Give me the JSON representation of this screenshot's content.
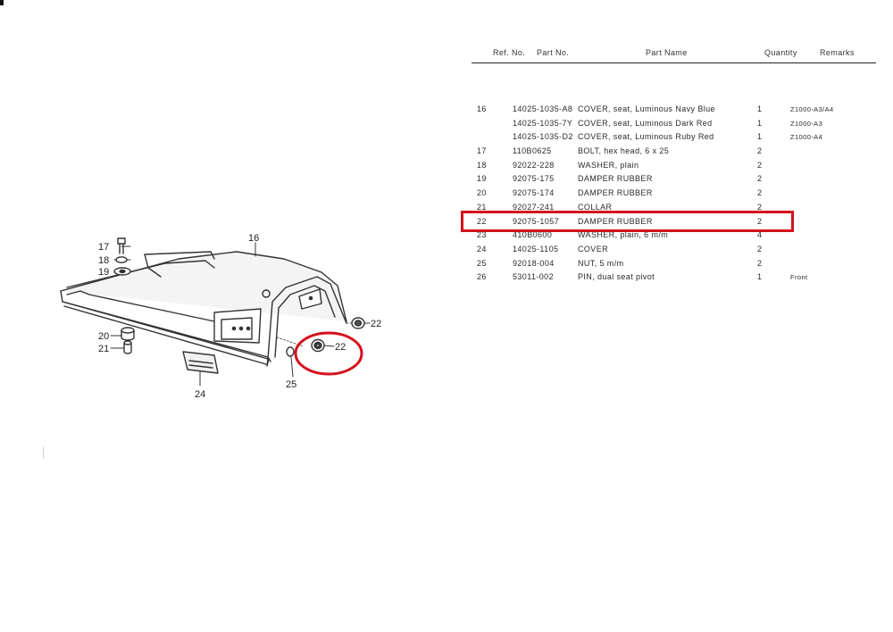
{
  "table": {
    "headers": {
      "ref_no": "Ref. No.",
      "part_no": "Part No.",
      "part_name": "Part Name",
      "quantity": "Quantity",
      "remarks": "Remarks"
    },
    "rows": [
      {
        "ref": "16",
        "part_no": "14025-1035-A8",
        "name": "COVER, seat, Luminous Navy Blue",
        "qty": "1",
        "remarks": "Z1000-A3/A4"
      },
      {
        "ref": "",
        "part_no": "14025-1035-7Y",
        "name": "COVER, seat, Luminous Dark Red",
        "qty": "1",
        "remarks": "Z1000-A3"
      },
      {
        "ref": "",
        "part_no": "14025-1035-D2",
        "name": "COVER, seat, Luminous Ruby Red",
        "qty": "1",
        "remarks": "Z1000-A4"
      },
      {
        "ref": "17",
        "part_no": "110B0625",
        "name": "BOLT, hex head, 6 x 25",
        "qty": "2",
        "remarks": ""
      },
      {
        "ref": "18",
        "part_no": "92022-228",
        "name": "WASHER, plain",
        "qty": "2",
        "remarks": ""
      },
      {
        "ref": "19",
        "part_no": "92075-175",
        "name": "DAMPER RUBBER",
        "qty": "2",
        "remarks": ""
      },
      {
        "ref": "20",
        "part_no": "92075-174",
        "name": "DAMPER RUBBER",
        "qty": "2",
        "remarks": ""
      },
      {
        "ref": "21",
        "part_no": "92027-241",
        "name": "COLLAR",
        "qty": "2",
        "remarks": ""
      },
      {
        "ref": "22",
        "part_no": "92075-1057",
        "name": "DAMPER RUBBER",
        "qty": "2",
        "remarks": ""
      },
      {
        "ref": "23",
        "part_no": "410B0600",
        "name": "WASHER, plain, 6 m/m",
        "qty": "4",
        "remarks": ""
      },
      {
        "ref": "24",
        "part_no": "14025-1105",
        "name": "COVER",
        "qty": "2",
        "remarks": ""
      },
      {
        "ref": "25",
        "part_no": "92018-004",
        "name": "NUT, 5 m/m",
        "qty": "2",
        "remarks": ""
      },
      {
        "ref": "26",
        "part_no": "53011-002",
        "name": "PIN, dual seat pivot",
        "qty": "1",
        "remarks": "Front"
      }
    ]
  },
  "diagram": {
    "callouts": {
      "c16": "16",
      "c17": "17",
      "c18": "18",
      "c19": "19",
      "c20": "20",
      "c21": "21",
      "c22a": "22",
      "c22b": "22",
      "c24": "24",
      "c25": "25"
    }
  },
  "colors": {
    "highlight": "#d4101c",
    "ink": "#2a2a2a"
  }
}
